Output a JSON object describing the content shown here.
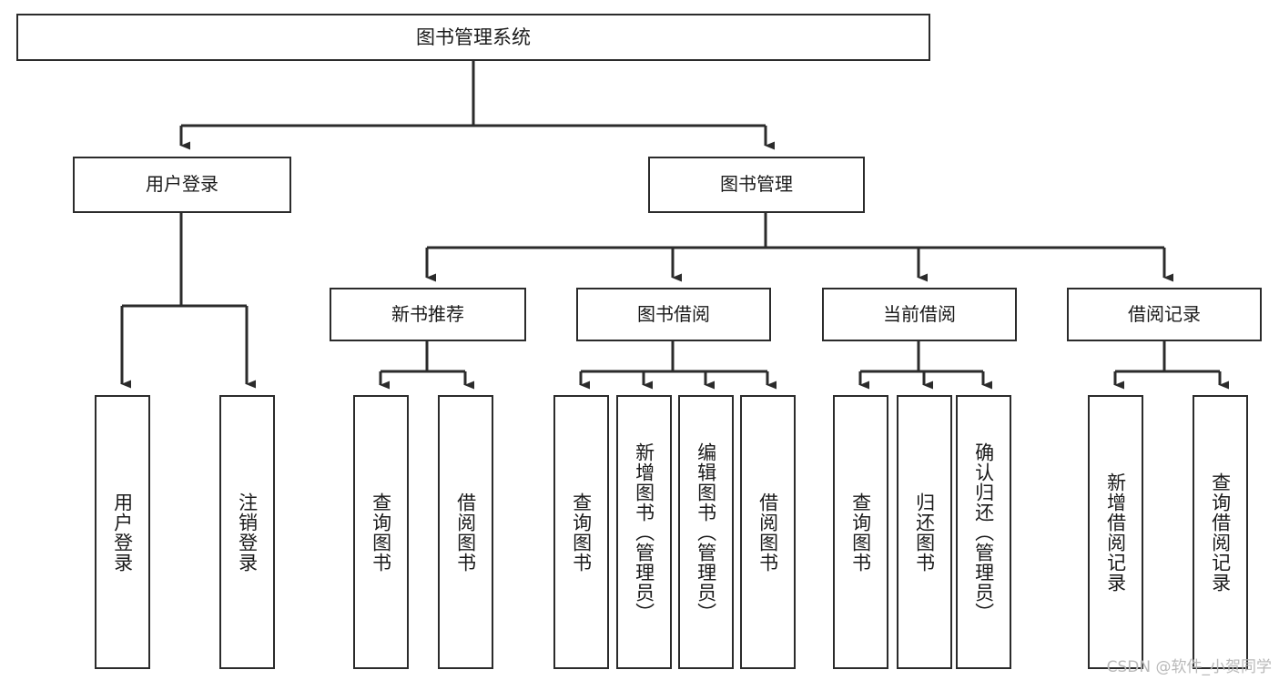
{
  "diagram": {
    "title": "图书管理系统",
    "type": "tree-hierarchy",
    "watermark": "CSDN @软件_小贺同学",
    "colors": {
      "box_border": "#2b2b2b",
      "box_fill": "#ffffff",
      "connector": "#2b2b2b",
      "text": "#1a1a1a",
      "watermark": "#b9b9b9",
      "background": "#ffffff"
    }
  },
  "nodes": {
    "root": {
      "label": "图书管理系统"
    },
    "level2": [
      {
        "label": "用户登录"
      },
      {
        "label": "图书管理"
      }
    ],
    "level3": [
      {
        "label": "新书推荐"
      },
      {
        "label": "图书借阅"
      },
      {
        "label": "当前借阅"
      },
      {
        "label": "借阅记录"
      }
    ],
    "leaves": {
      "user_login": [
        {
          "label": "用户登录"
        },
        {
          "label": "注销登录"
        }
      ],
      "new_book": [
        {
          "label": "查询图书"
        },
        {
          "label": "借阅图书"
        }
      ],
      "book_borrow": [
        {
          "label": "查询图书"
        },
        {
          "label": "新增图书（管理员）"
        },
        {
          "label": "编辑图书（管理员）"
        },
        {
          "label": "借阅图书"
        }
      ],
      "current_borrow": [
        {
          "label": "查询图书"
        },
        {
          "label": "归还图书"
        },
        {
          "label": "确认归还（管理员）"
        }
      ],
      "borrow_record": [
        {
          "label": "新增借阅记录"
        },
        {
          "label": "查询借阅记录"
        }
      ]
    }
  }
}
